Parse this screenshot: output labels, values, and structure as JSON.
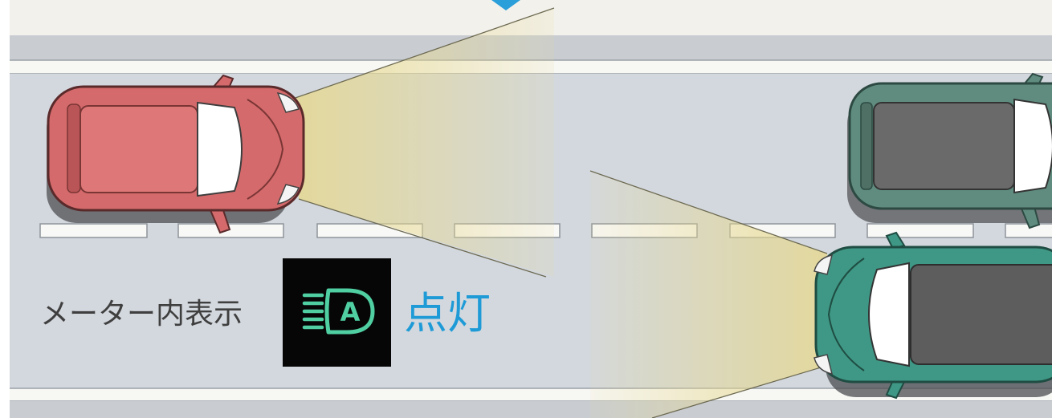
{
  "meter_display": {
    "label": "メーター内表示",
    "status": "点灯",
    "icon": "auto-high-beam-icon",
    "icon_letter": "A",
    "icon_color": "#4fcfa2",
    "panel_color": "#060606",
    "label_color": "#3f3f3f",
    "status_color": "#1e9bd7"
  },
  "scene": {
    "arrow_icon": "down-arrow-icon",
    "arrow_color": "#2b9fd9",
    "sky_color": "#f3f1ec",
    "shoulder_color": "#c9cdd2",
    "road_color": "#d3d8de",
    "lane_line_color": "#f7f7f4",
    "beam_color": "#e6d88f",
    "vehicle_colors": {
      "own": "#d46a6b",
      "ahead": "#5f8c7f",
      "oncoming": "#3f9885"
    }
  }
}
